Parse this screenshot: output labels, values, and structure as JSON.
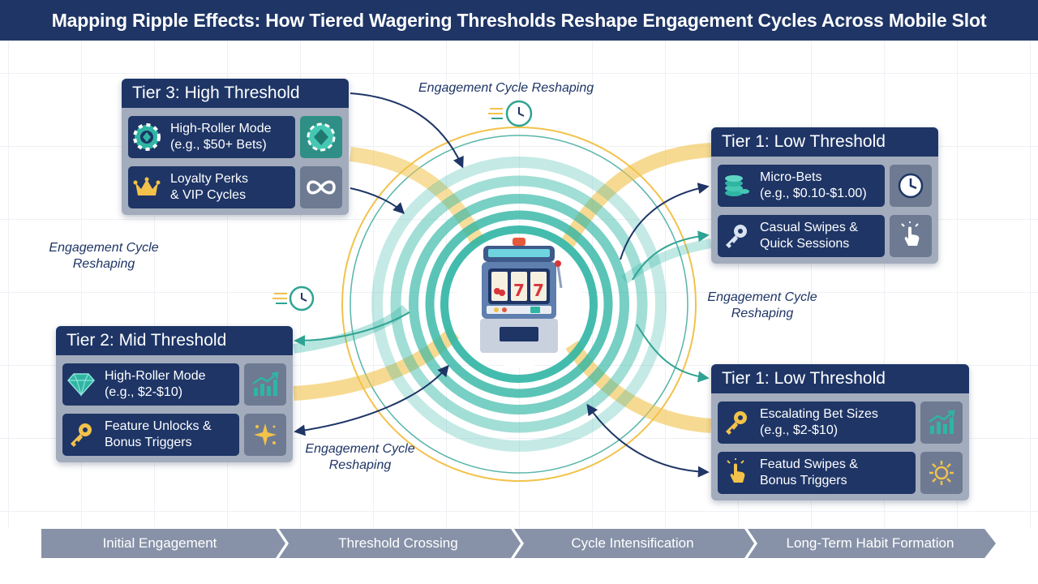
{
  "header": {
    "title": "Mapping Ripple Effects: How Tiered Wagering Thresholds Reshape Engagement Cycles Across Mobile Slot"
  },
  "cycle_labels": {
    "top": "Engagement Cycle Reshaping",
    "left_line1": "Engagement Cycle",
    "left_line2": "Reshaping",
    "right_line1": "Engagement Cycle",
    "right_line2": "Reshaping",
    "bottom_line1": "Engagement Cycle",
    "bottom_line2": "Reshaping"
  },
  "tiers": {
    "tier3": {
      "title": "Tier 3: High Threshold",
      "features": [
        {
          "line1": "High-Roller Mode",
          "line2": "(e.g., $50+ Bets)",
          "icon": "poker-chip-icon",
          "side_icon": "teal-chip-icon"
        },
        {
          "line1": "Loyalty Perks",
          "line2": "& VIP Cycles",
          "icon": "crown-icon",
          "side_icon": "infinity-icon"
        }
      ]
    },
    "tier2": {
      "title": "Tier 2: Mid Threshold",
      "features": [
        {
          "line1": "High-Roller Mode",
          "line2": "(e.g., $2-$10)",
          "icon": "diamond-icon",
          "side_icon": "growth-chart-icon"
        },
        {
          "line1": "Feature Unlocks &",
          "line2": "Bonus Triggers",
          "icon": "key-icon",
          "side_icon": "sparkle-icon"
        }
      ]
    },
    "tier1_top": {
      "title": "Tier 1: Low Threshold",
      "features": [
        {
          "line1": "Micro-Bets",
          "line2": "(e.g., $0.10-$1.00)",
          "icon": "coin-stack-icon",
          "side_icon": "clock-icon"
        },
        {
          "line1": "Casual Swipes &",
          "line2": "Quick Sessions",
          "icon": "key-icon",
          "side_icon": "tap-hand-icon"
        }
      ]
    },
    "tier1_bottom": {
      "title": "Tier 1: Low Threshold",
      "features": [
        {
          "line1": "Escalating Bet Sizes",
          "line2": "(e.g., $2-$10)",
          "icon": "key-icon",
          "side_icon": "growth-chart-icon"
        },
        {
          "line1": "Featud Swipes &",
          "line2": "Bonus Triggers",
          "icon": "tap-hand-icon",
          "side_icon": "sun-icon"
        }
      ]
    }
  },
  "stages": [
    "Initial Engagement",
    "Threshold Crossing",
    "Cycle Intensification",
    "Long-Term Habit Formation"
  ],
  "colors": {
    "navy": "#1e3566",
    "teal": "#2fb5a4",
    "gold": "#f2c24a",
    "card_gray": "#a3acbc",
    "stage_gray": "#8792a8"
  }
}
